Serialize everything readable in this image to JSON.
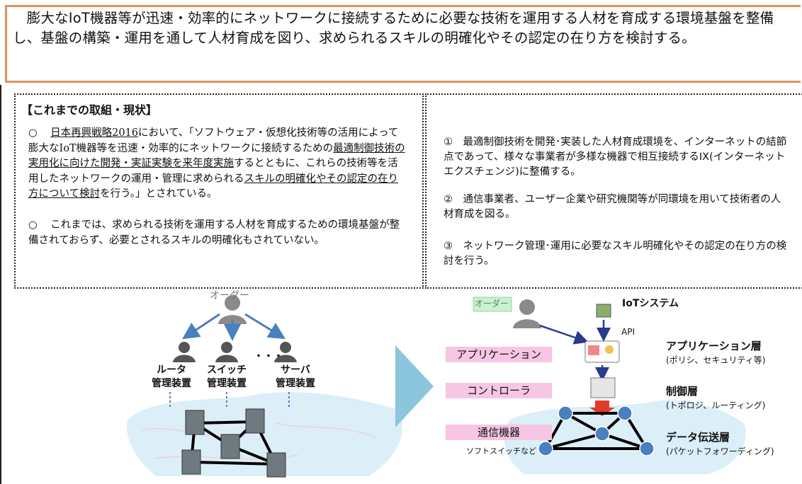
{
  "banner": {
    "text": "　膨大なIoT機器等が迅速・効率的にネットワークに接続するために必要な技術を運用する人材を育成する環境基盤を整備し、基盤の構築・運用を通して人材育成を図り、求められるスキルの明確化やその認定の在り方を検討する。"
  },
  "current": {
    "title": "【これまでの取組・現状】",
    "p1": {
      "bullet": "○",
      "a": "日本再興戦略2016",
      "b": "において、「ソフトウェア・仮想化技術等の活用によって膨大なIoT機器等を迅速・効率的にネットワークに接続するための",
      "c": "最適制御技術の実用化に向けた開発・実証実験を来年度実施",
      "d": "するとともに、これらの技術等を活用したネットワークの運用・管理に求められる",
      "e": "スキルの明確化やその認定の在り方について検討",
      "f": "を行う。」とされている。"
    },
    "p2": {
      "bullet": "○",
      "text": "これまでは、求められる技術を運用する人材を育成するための環境基盤が整備されておらず、必要とされるスキルの明確化もされていない。"
    }
  },
  "plan": {
    "item1": "①　最適制御技術を開発･実装した人材育成環境を、インターネットの結節点であって、様々な事業者が多様な機器で相互接続するIX(インターネットエクスチェンジ)に整備する。",
    "item2": "②　通信事業者、ユーザー企業や研究機関等が同環境を用いて技術者の人材育成を図る。",
    "item3": "③　ネットワーク管理･運用に必要なスキル明確化やその認定の在り方の検討を行う。"
  },
  "left_diagram": {
    "order": "オーダー",
    "dots": "・・・",
    "router": [
      "ルータ",
      "管理装置"
    ],
    "switch": [
      "スイッチ",
      "管理装置"
    ],
    "server": [
      "サーバ",
      "管理装置"
    ]
  },
  "right_diagram": {
    "order": "オーダー",
    "iot_system": "IoTシステム",
    "api": "API",
    "tag_app": "アプリケーション",
    "tag_ctrl": "コントローラ",
    "tag_net": "通信機器",
    "soft_switch": "ソフトスイッチなど",
    "layer_app": "アプリケーション層",
    "layer_app_sub": "(ポリシ、セキュリティ等)",
    "layer_ctrl": "制御層",
    "layer_ctrl_sub": "(トポロジ、ルーティング)",
    "layer_data": "データ伝送層",
    "layer_data_sub": "(パケットフォワーディング)"
  },
  "colors": {
    "banner_border": "#d9945b",
    "arrow_blue": "#4a7fc0",
    "chevron": "#8cc6dc",
    "tag_pink": "#f6c6e4",
    "order_green": "#c9f0cf",
    "red_arrow": "#e23b2a"
  }
}
